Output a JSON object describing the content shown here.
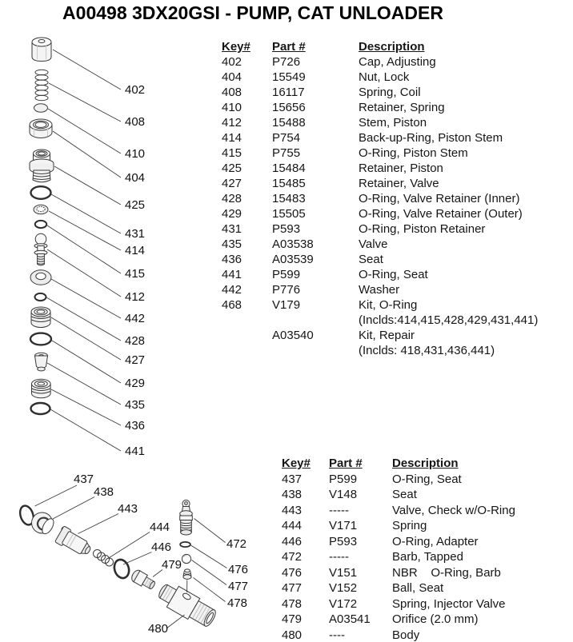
{
  "title": "A00498 3DX20GSI - PUMP, CAT UNLOADER",
  "upper_table": {
    "headers": {
      "key": "Key#",
      "part": "Part #",
      "desc": "Description"
    },
    "rows": [
      {
        "key": "402",
        "part": "P726",
        "desc": "Cap, Adjusting"
      },
      {
        "key": "404",
        "part": "15549",
        "desc": "Nut, Lock"
      },
      {
        "key": "408",
        "part": "16117",
        "desc": "Spring, Coil"
      },
      {
        "key": "410",
        "part": "15656",
        "desc": "Retainer, Spring"
      },
      {
        "key": "412",
        "part": "15488",
        "desc": "Stem, Piston"
      },
      {
        "key": "414",
        "part": "P754",
        "desc": "Back-up-Ring, Piston Stem"
      },
      {
        "key": "415",
        "part": "P755",
        "desc": "O-Ring, Piston Stem"
      },
      {
        "key": "425",
        "part": "15484",
        "desc": "Retainer, Piston"
      },
      {
        "key": "427",
        "part": "15485",
        "desc": "Retainer, Valve"
      },
      {
        "key": "428",
        "part": "15483",
        "desc": "O-Ring, Valve Retainer (Inner)"
      },
      {
        "key": "429",
        "part": "15505",
        "desc": "O-Ring, Valve Retainer (Outer)"
      },
      {
        "key": "431",
        "part": "P593",
        "desc": "O-Ring, Piston Retainer"
      },
      {
        "key": "435",
        "part": "A03538",
        "desc": "Valve"
      },
      {
        "key": "436",
        "part": "A03539",
        "desc": "Seat"
      },
      {
        "key": "441",
        "part": "P599",
        "desc": "O-Ring, Seat"
      },
      {
        "key": "442",
        "part": "P776",
        "desc": "Washer"
      },
      {
        "key": "468",
        "part": "V179",
        "desc": "Kit, O-Ring"
      },
      {
        "key": "",
        "part": "",
        "desc": "(Inclds:414,415,428,429,431,441)"
      },
      {
        "key": "",
        "part": "A03540",
        "desc": "Kit, Repair"
      },
      {
        "key": "",
        "part": "",
        "desc": "(Inclds: 418,431,436,441)"
      }
    ]
  },
  "lower_table": {
    "headers": {
      "key": "Key#",
      "part": "Part #",
      "desc": "Description"
    },
    "rows": [
      {
        "key": "437",
        "part": "P599",
        "desc": "O-Ring, Seat"
      },
      {
        "key": "438",
        "part": "V148",
        "desc": "Seat"
      },
      {
        "key": "443",
        "part": "-----",
        "desc": "Valve, Check w/O-Ring"
      },
      {
        "key": "444",
        "part": "V171",
        "desc": "Spring"
      },
      {
        "key": "446",
        "part": "P593",
        "desc": "O-Ring, Adapter"
      },
      {
        "key": "472",
        "part": "-----",
        "desc": "Barb, Tapped"
      },
      {
        "key": "476",
        "part": "V151",
        "desc": "NBR    O-Ring, Barb"
      },
      {
        "key": "477",
        "part": "V152",
        "desc": "Ball, Seat"
      },
      {
        "key": "478",
        "part": "V172",
        "desc": "Spring, Injector Valve"
      },
      {
        "key": "479",
        "part": "A03541",
        "desc": "Orifice (2.0 mm)"
      },
      {
        "key": "480",
        "part": "----",
        "desc": "Body"
      }
    ]
  },
  "upper_diagram": {
    "callouts": [
      "402",
      "408",
      "410",
      "404",
      "425",
      "431",
      "414",
      "415",
      "412",
      "442",
      "428",
      "427",
      "429",
      "435",
      "436",
      "441"
    ]
  },
  "lower_diagram": {
    "callouts": [
      "437",
      "438",
      "443",
      "444",
      "446",
      "479",
      "480",
      "472",
      "476",
      "477",
      "478"
    ]
  },
  "colors": {
    "ink": "#111111",
    "line": "#3d3d3d",
    "part_fill": "#f4f4f4"
  }
}
